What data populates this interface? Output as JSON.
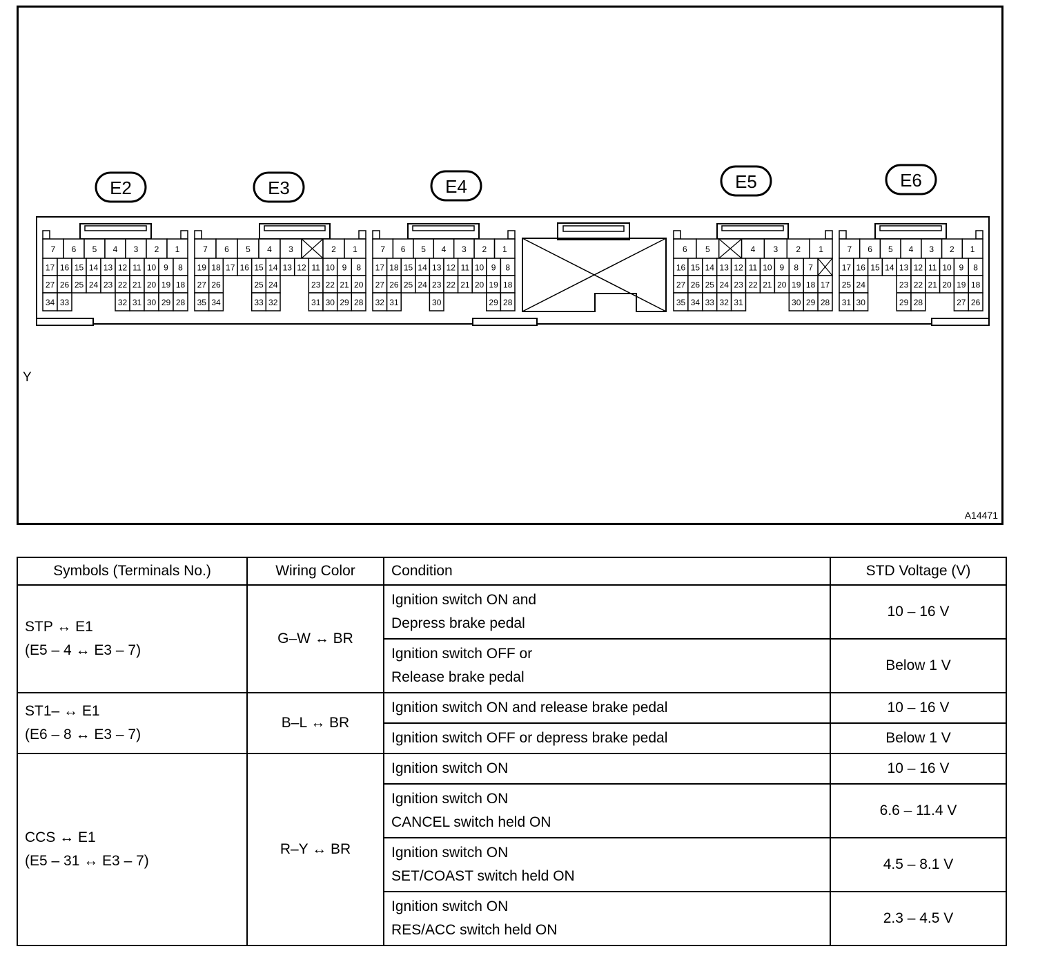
{
  "diagram": {
    "figure_id": "A14471",
    "left_label": "Y",
    "connectors": [
      {
        "name": "E2",
        "rows": [
          [
            "7",
            "6",
            "5",
            "4",
            "3",
            "2",
            "1"
          ],
          [
            "17",
            "16",
            "15",
            "14",
            "13",
            "12",
            "11",
            "10",
            "9",
            "8"
          ],
          [
            "27",
            "26",
            "25",
            "24",
            "23",
            "22",
            "21",
            "20",
            "19",
            "18"
          ],
          [
            "34",
            "33",
            "32",
            "31",
            "30",
            "29",
            "28"
          ]
        ]
      },
      {
        "name": "E3",
        "rows": [
          [
            "7",
            "6",
            "5",
            "4",
            "3",
            "2",
            "1"
          ],
          [
            "19",
            "18",
            "17",
            "16",
            "15",
            "14",
            "13",
            "12",
            "11",
            "10",
            "9",
            "8"
          ],
          [
            "27",
            "26",
            "25",
            "24",
            "23",
            "22",
            "21",
            "20"
          ],
          [
            "35",
            "34",
            "33",
            "32",
            "31",
            "30",
            "29",
            "28"
          ]
        ]
      },
      {
        "name": "E4",
        "rows": [
          [
            "7",
            "6",
            "5",
            "4",
            "3",
            "2",
            "1"
          ],
          [
            "17",
            "18",
            "15",
            "14",
            "13",
            "12",
            "11",
            "10",
            "9",
            "8"
          ],
          [
            "27",
            "26",
            "25",
            "24",
            "23",
            "22",
            "21",
            "20",
            "19",
            "18"
          ],
          [
            "32",
            "31",
            "30",
            "29",
            "28"
          ]
        ]
      },
      {
        "name": "E5",
        "rows": [
          [
            "6",
            "5",
            "4",
            "3",
            "2",
            "1"
          ],
          [
            "16",
            "15",
            "14",
            "13",
            "12",
            "11",
            "10",
            "9",
            "8",
            "7"
          ],
          [
            "27",
            "26",
            "25",
            "24",
            "23",
            "22",
            "21",
            "20",
            "19",
            "18",
            "17"
          ],
          [
            "35",
            "34",
            "33",
            "32",
            "31",
            "30",
            "29",
            "28"
          ]
        ]
      },
      {
        "name": "E6",
        "rows": [
          [
            "7",
            "6",
            "5",
            "4",
            "3",
            "2",
            "1"
          ],
          [
            "17",
            "16",
            "15",
            "14",
            "13",
            "12",
            "11",
            "10",
            "9",
            "8"
          ],
          [
            "25",
            "24",
            "23",
            "22",
            "21",
            "20",
            "19",
            "18"
          ],
          [
            "31",
            "30",
            "29",
            "28",
            "27",
            "26"
          ]
        ]
      }
    ]
  },
  "table": {
    "headers": [
      "Symbols (Terminals No.)",
      "Wiring Color",
      "Condition",
      "STD Voltage (V)"
    ],
    "groups": [
      {
        "symbol": "STP ↔ E1",
        "terminals": "(E5 – 4 ↔ E3 – 7)",
        "wiring": "G–W ↔ BR",
        "rows": [
          {
            "line1": "Ignition switch ON and",
            "line2": "Depress brake pedal",
            "voltage": "10 – 16 V"
          },
          {
            "line1": "Ignition switch OFF or",
            "line2": "Release brake pedal",
            "voltage": "Below 1 V"
          }
        ]
      },
      {
        "symbol": "ST1– ↔ E1",
        "terminals": "(E6 – 8 ↔ E3 – 7)",
        "wiring": "B–L ↔ BR",
        "rows": [
          {
            "line1": "Ignition switch ON and release brake pedal",
            "line2": "",
            "voltage": "10 – 16 V"
          },
          {
            "line1": "Ignition switch OFF or depress brake pedal",
            "line2": "",
            "voltage": "Below 1 V"
          }
        ]
      },
      {
        "symbol": "CCS ↔ E1",
        "terminals": "(E5 – 31 ↔ E3 – 7)",
        "wiring": "R–Y ↔ BR",
        "rows": [
          {
            "line1": "Ignition switch ON",
            "line2": "",
            "voltage": "10 – 16 V"
          },
          {
            "line1": "Ignition switch ON",
            "line2": "CANCEL switch held ON",
            "voltage": "6.6 – 11.4 V"
          },
          {
            "line1": "Ignition switch ON",
            "line2": "SET/COAST switch held ON",
            "voltage": "4.5 – 8.1 V"
          },
          {
            "line1": "Ignition switch ON",
            "line2": "RES/ACC switch held ON",
            "voltage": "2.3 – 4.5 V"
          }
        ]
      }
    ]
  }
}
